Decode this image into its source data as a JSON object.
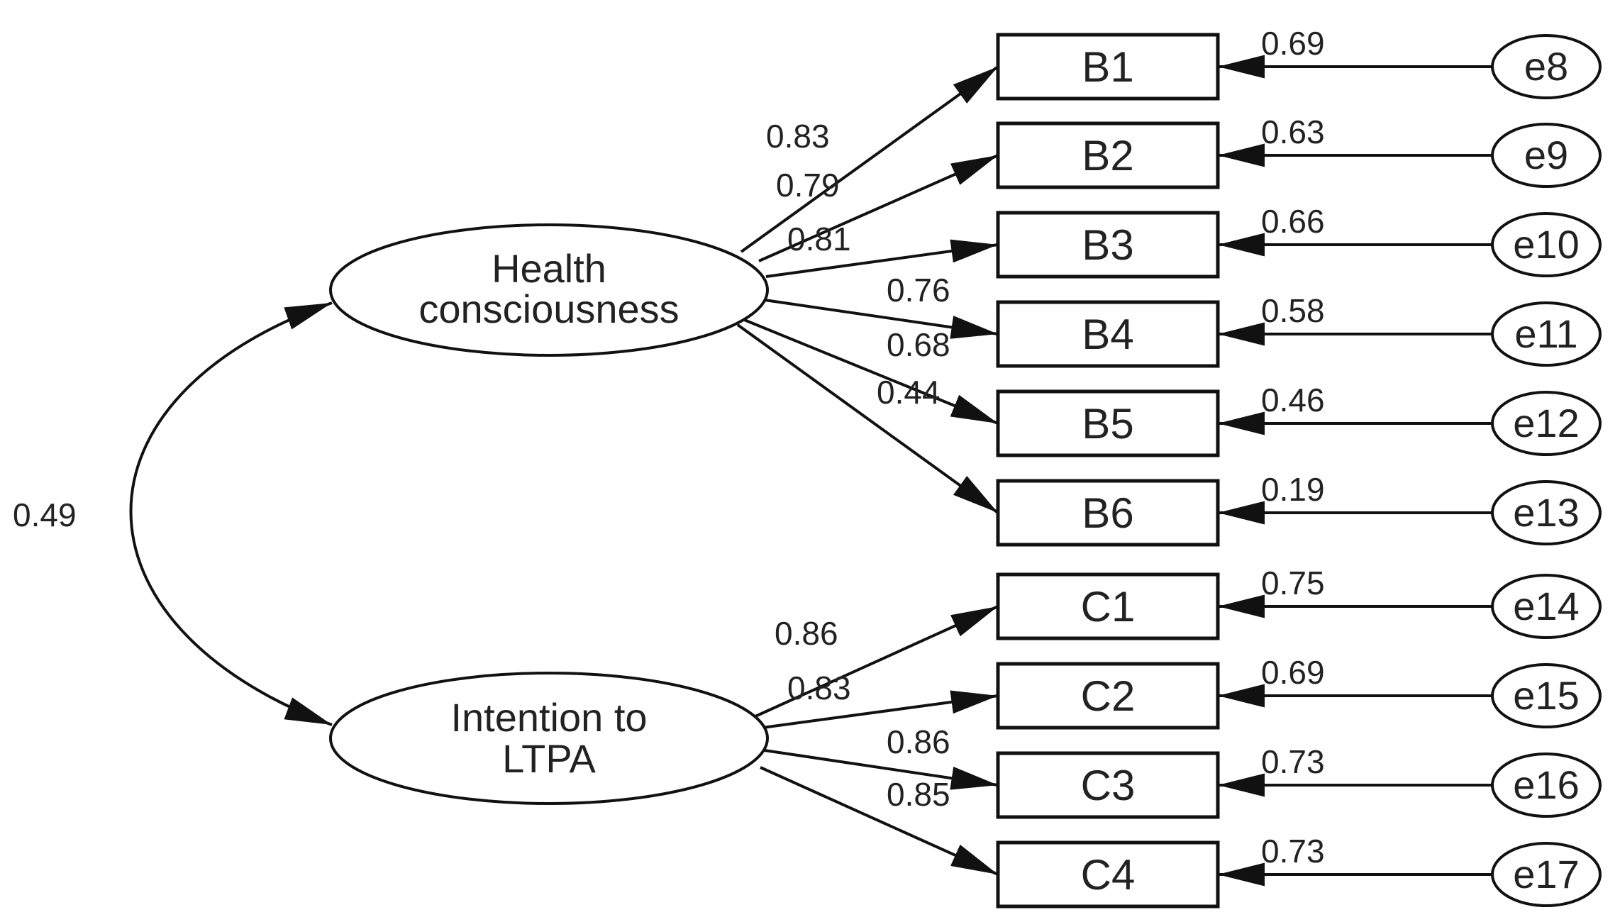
{
  "latents": [
    {
      "id": "hc",
      "lines": [
        "Health",
        "consciousness"
      ]
    },
    {
      "id": "it",
      "lines": [
        "Intention to",
        "LTPA"
      ]
    }
  ],
  "correlation": {
    "value": "0.49"
  },
  "indicators": [
    {
      "name": "B1",
      "factor": "hc",
      "loading": "0.83",
      "error": "e8",
      "error_loading": "0.69"
    },
    {
      "name": "B2",
      "factor": "hc",
      "loading": "0.79",
      "error": "e9",
      "error_loading": "0.63"
    },
    {
      "name": "B3",
      "factor": "hc",
      "loading": "0.81",
      "error": "e10",
      "error_loading": "0.66"
    },
    {
      "name": "B4",
      "factor": "hc",
      "loading": "0.76",
      "error": "e11",
      "error_loading": "0.58"
    },
    {
      "name": "B5",
      "factor": "hc",
      "loading": "0.68",
      "error": "e12",
      "error_loading": "0.46"
    },
    {
      "name": "B6",
      "factor": "hc",
      "loading": "0.44",
      "error": "e13",
      "error_loading": "0.19"
    },
    {
      "name": "C1",
      "factor": "it",
      "loading": "0.86",
      "error": "e14",
      "error_loading": "0.75"
    },
    {
      "name": "C2",
      "factor": "it",
      "loading": "0.83",
      "error": "e15",
      "error_loading": "0.69"
    },
    {
      "name": "C3",
      "factor": "it",
      "loading": "0.86",
      "error": "e16",
      "error_loading": "0.73"
    },
    {
      "name": "C4",
      "factor": "it",
      "loading": "0.85",
      "error": "e17",
      "error_loading": "0.73"
    }
  ],
  "colors": {
    "stroke": "#111111",
    "text": "#222222",
    "background": "#ffffff"
  }
}
